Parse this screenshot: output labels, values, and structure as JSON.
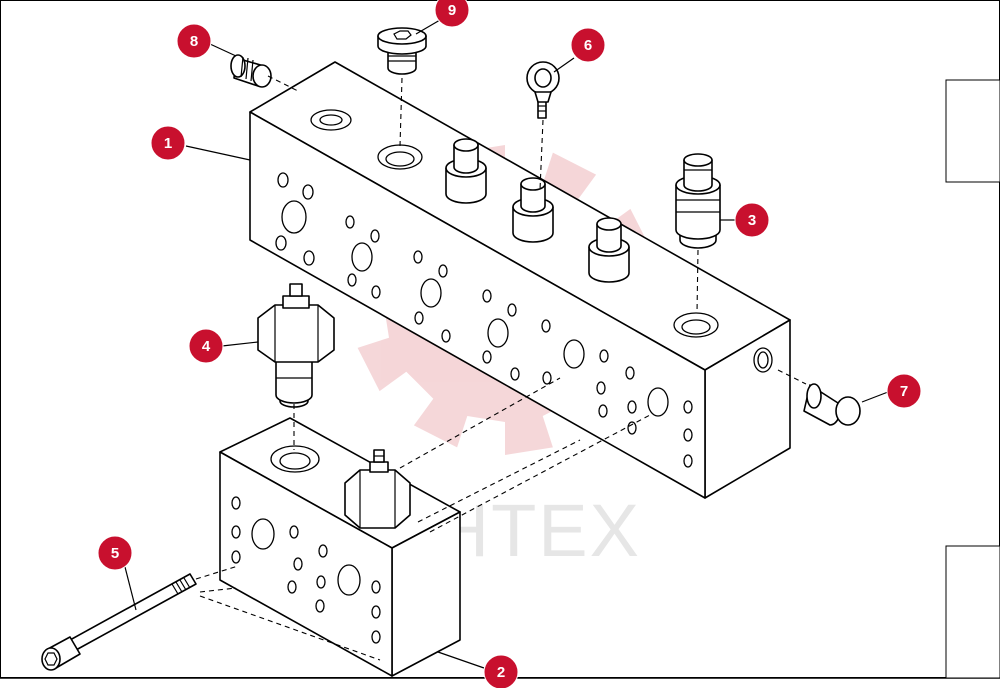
{
  "watermark": {
    "text": "MHTEX",
    "color": "#f2c9cc"
  },
  "callout_color": "#c8102e",
  "callouts": [
    {
      "label": "1"
    },
    {
      "label": "2"
    },
    {
      "label": "3"
    },
    {
      "label": "4"
    },
    {
      "label": "5"
    },
    {
      "label": "6"
    },
    {
      "label": "7"
    },
    {
      "label": "8"
    },
    {
      "label": "9"
    }
  ]
}
